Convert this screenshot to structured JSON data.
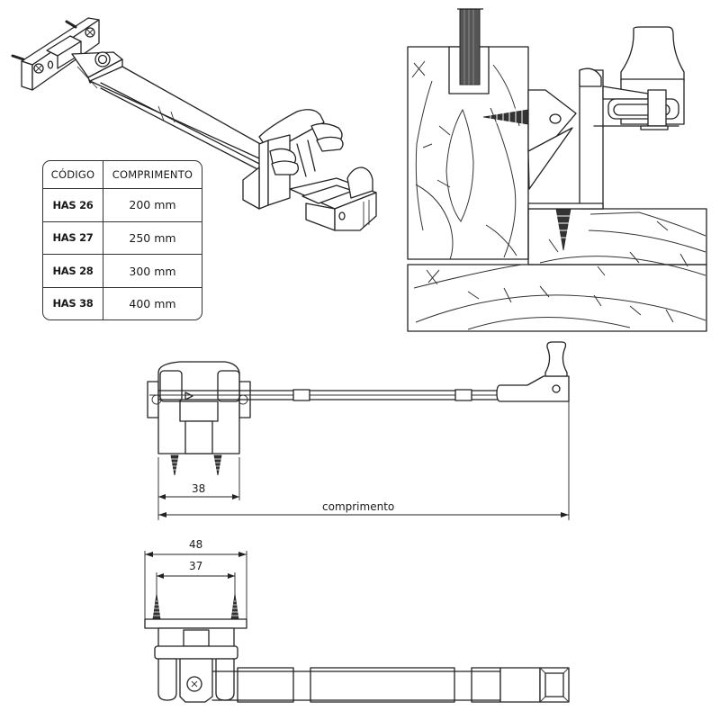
{
  "spec_table": {
    "headers": [
      "CÓDIGO",
      "COMPRIMENTO"
    ],
    "rows": [
      {
        "code": "HAS 26",
        "length": "200  mm"
      },
      {
        "code": "HAS 27",
        "length": "250  mm"
      },
      {
        "code": "HAS 28",
        "length": "300  mm"
      },
      {
        "code": "HAS 38",
        "length": "400  mm"
      }
    ]
  },
  "dimensions": {
    "side_view_base_width": "38",
    "side_view_length": "comprimento",
    "top_view_plate_width": "48",
    "top_view_screw_spacing": "37"
  },
  "views": {
    "isometric": "isometric-view",
    "installed_section": "installed-section-view",
    "side": "side-view",
    "top": "top-view"
  },
  "colors": {
    "line": "#222222",
    "background": "#ffffff"
  }
}
